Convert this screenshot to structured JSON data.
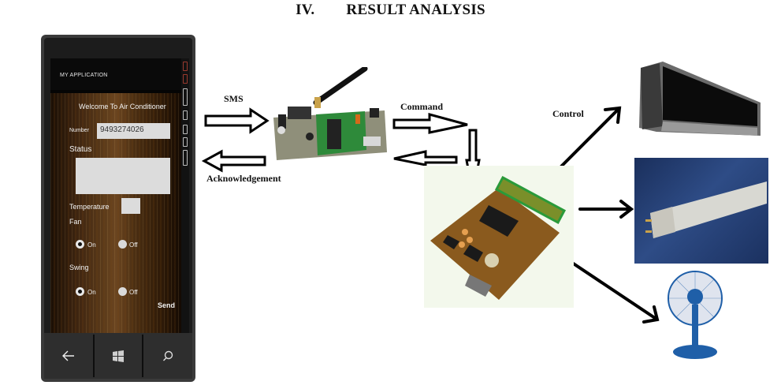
{
  "heading": {
    "number": "IV.",
    "title": "RESULT ANALYSIS"
  },
  "labels": {
    "sms": "SMS",
    "acknowledgement": "Acknowledgement",
    "command": "Command",
    "control": "Control"
  },
  "phone_app": {
    "title": "MY APPLICATION",
    "welcome": "Welcome To Air Conditioner",
    "number_label": "Number",
    "number_value": "9493274026",
    "status_label": "Status",
    "status_value": "",
    "temperature_label": "Temperature",
    "temperature_value": "",
    "fan_label": "Fan",
    "fan_options": [
      {
        "label": "On",
        "checked": true
      },
      {
        "label": "Off",
        "checked": false
      }
    ],
    "swing_label": "Swing",
    "swing_options": [
      {
        "label": "On",
        "checked": true
      },
      {
        "label": "Off",
        "checked": false
      }
    ],
    "send_label": "Send"
  },
  "phone_nav": {
    "back_icon": "back-arrow-icon",
    "home_icon": "windows-logo-icon",
    "search_icon": "search-icon"
  },
  "devices": [
    "gsm-modem-board",
    "microcontroller-board",
    "air-conditioner",
    "tube-light",
    "table-fan"
  ],
  "colors": {
    "arrow": "#000000",
    "pcb_green": "#2e7d32",
    "pcb_brown": "#8a5a1e",
    "fan_blue": "#1f5fa8",
    "tube_bg": "#22396b"
  }
}
